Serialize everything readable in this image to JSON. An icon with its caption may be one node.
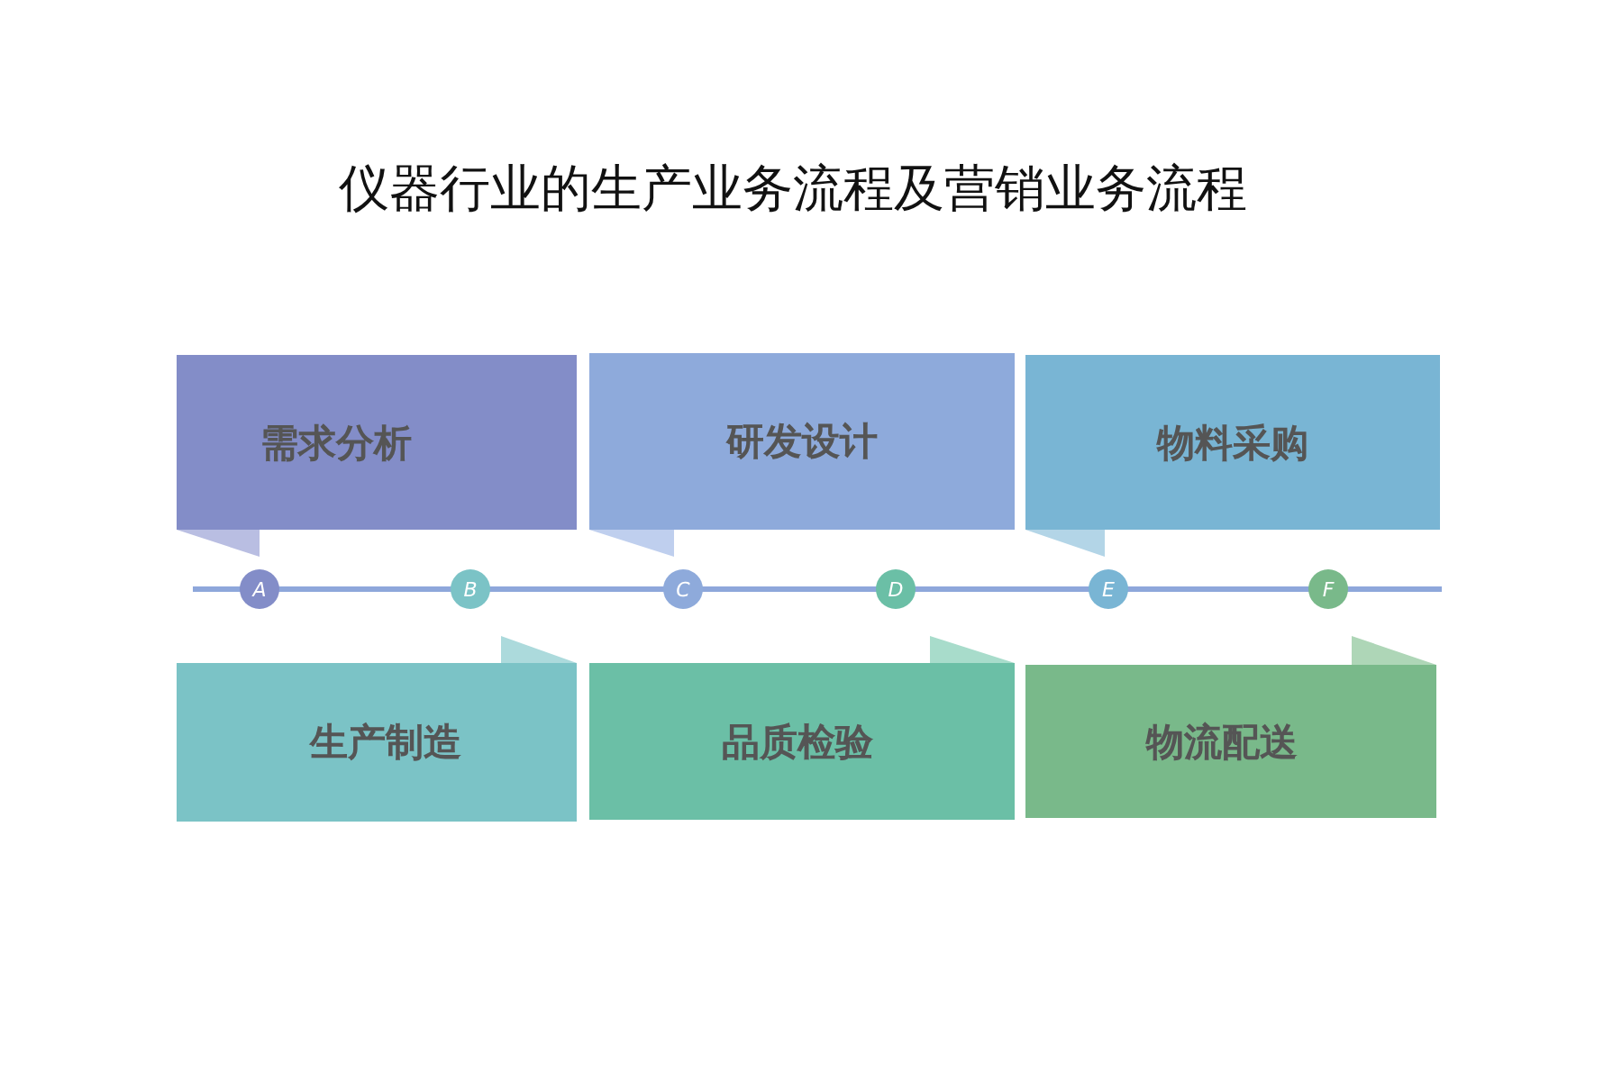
{
  "diagram": {
    "title": "仪器行业的生产业务流程及营销业务流程",
    "nodes": [
      {
        "text": [
          "需求分析"
        ]
      },
      {
        "text": [
          "研发设计"
        ]
      },
      {
        "text": [
          "物料采购"
        ]
      },
      {
        "text": [
          "A"
        ]
      },
      {
        "text": [
          "B"
        ]
      },
      {
        "text": [
          "C"
        ]
      },
      {
        "text": [
          "D"
        ]
      },
      {
        "text": [
          "E"
        ]
      },
      {
        "text": [
          "F"
        ]
      },
      {
        "text": [
          "生产制造"
        ]
      },
      {
        "text": [
          "品质检验"
        ]
      },
      {
        "text": [
          "物流配送"
        ]
      }
    ]
  }
}
